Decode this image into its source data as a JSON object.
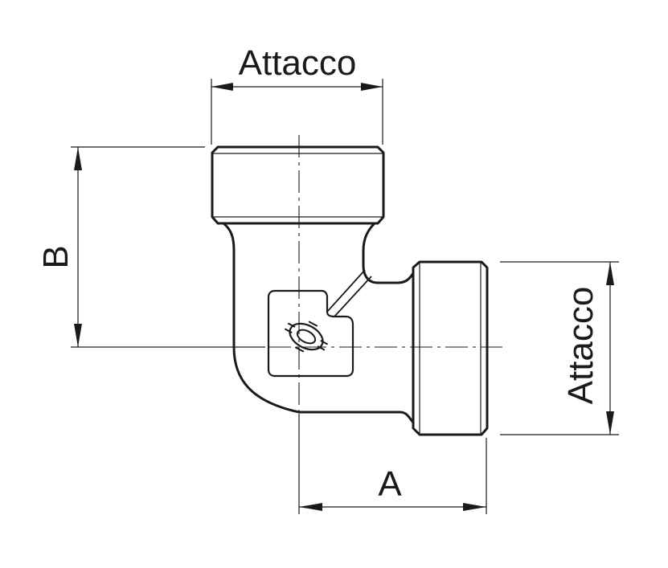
{
  "labels": {
    "top_connection": "Attacco",
    "right_connection": "Attacco",
    "dimension_a": "A",
    "dimension_b": "B"
  },
  "colors": {
    "line": "#1a1a1a",
    "background": "#ffffff"
  },
  "icons": {
    "logo": "valve-logo-icon"
  }
}
